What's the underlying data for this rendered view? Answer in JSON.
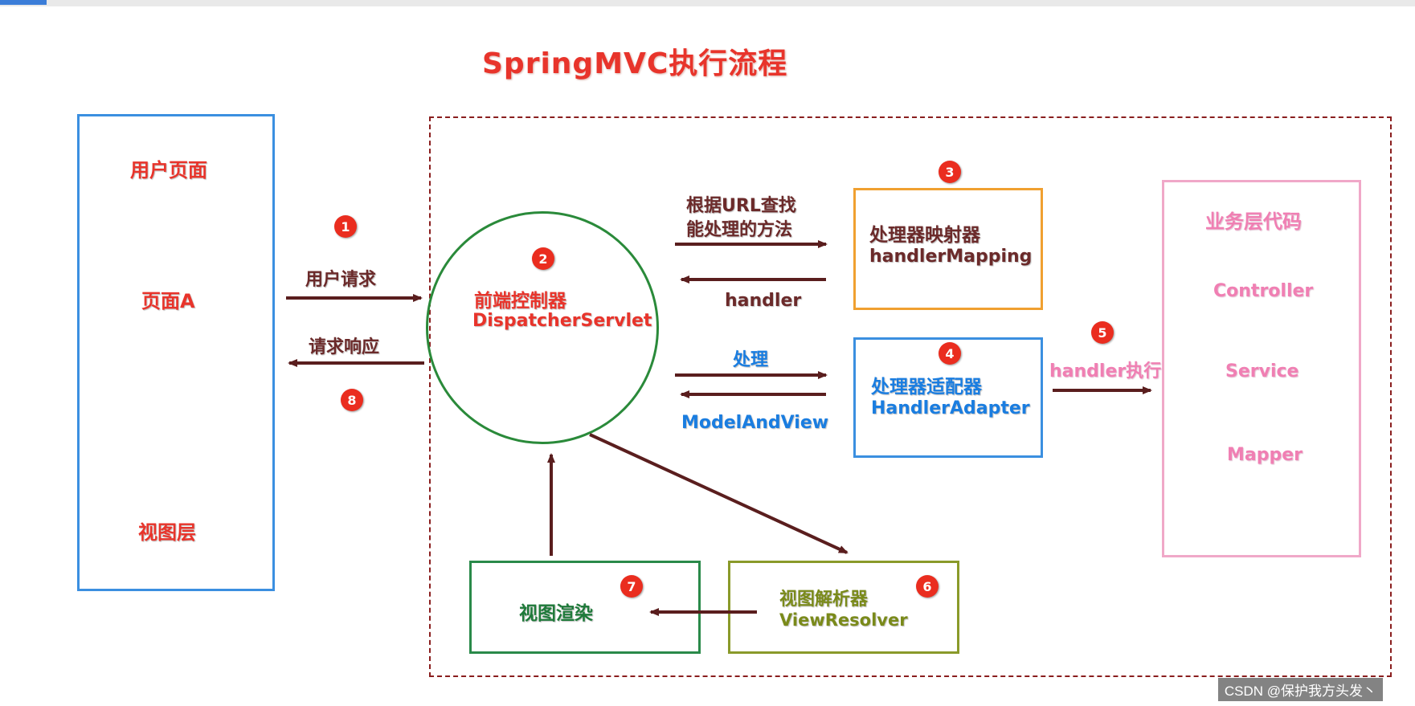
{
  "title": "SpringMVC执行流程",
  "user_page": {
    "title": "用户页面",
    "page_a": "页面A",
    "view_layer": "视图层"
  },
  "dispatcher": {
    "cn": "前端控制器",
    "en": "DispatcherServlet"
  },
  "handler_mapping": {
    "cn": "处理器映射器",
    "en": "handlerMapping"
  },
  "handler_adapter": {
    "cn": "处理器适配器",
    "en": "HandlerAdapter"
  },
  "business": {
    "title": "业务层代码",
    "items": [
      "Controller",
      "Service",
      "Mapper"
    ]
  },
  "view_resolver": {
    "cn": "视图解析器",
    "en": "ViewResolver"
  },
  "view_render": "视图渲染",
  "edges": {
    "user_request": "用户请求",
    "request_response": "请求响应",
    "find_handler_line1": "根据URL查找",
    "find_handler_line2": "能处理的方法",
    "handler": "handler",
    "process": "处理",
    "model_and_view": "ModelAndView",
    "handler_execute": "handler执行"
  },
  "badges": [
    "1",
    "2",
    "3",
    "4",
    "5",
    "6",
    "7",
    "8"
  ],
  "watermark": "CSDN @保护我方头发丶",
  "colors": {
    "title": "#e8342b",
    "user_box": "#3b8fe0",
    "dispatcher_circle": "#2a8a3a",
    "mapping_box": "#f0a030",
    "adapter_box": "#3b8fe0",
    "business_box": "#f0a8c8",
    "resolver_box": "#8a9a2a",
    "render_box": "#2a8a4a",
    "dashed_container": "#8a1e1e",
    "arrow": "#5a1e1e",
    "badge": "#ea2d1f"
  }
}
